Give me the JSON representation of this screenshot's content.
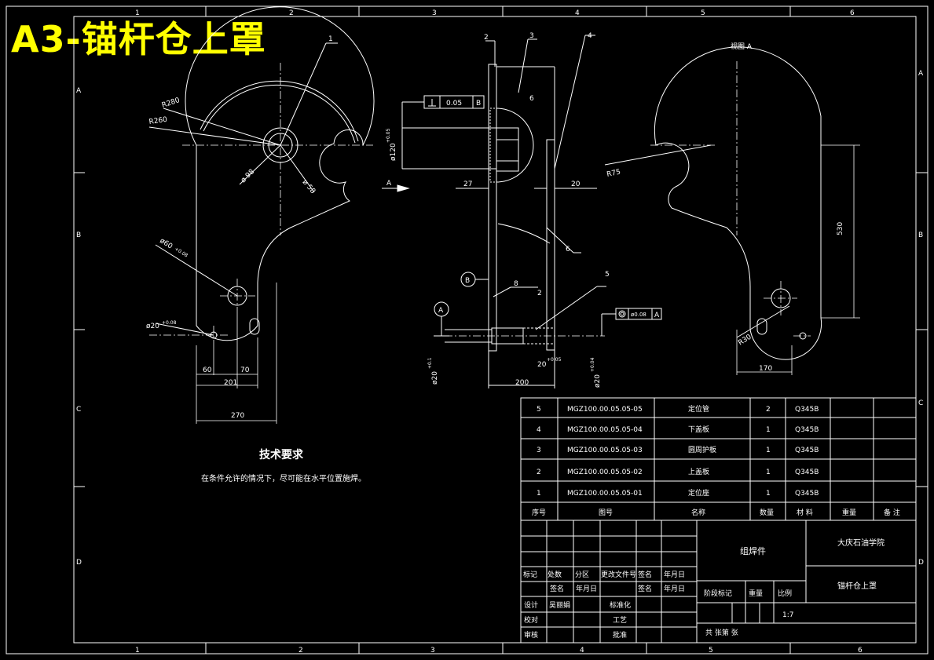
{
  "title": "A3-锚杆仓上罩",
  "grid": {
    "columns": [
      "1",
      "2",
      "3",
      "4",
      "5",
      "6"
    ],
    "rows": [
      "A",
      "B",
      "C",
      "D"
    ]
  },
  "view_labels": {
    "view_a": "视图 A",
    "arrow_a": "A",
    "datum_a": "A",
    "datum_b": "B"
  },
  "balloons": [
    "1",
    "2",
    "3",
    "4",
    "5"
  ],
  "dimensions": {
    "r280": "R280",
    "r260": "R260",
    "d98": "ø 98",
    "d58": "ø 58",
    "d60": "ø60",
    "d60_tol": "+0.08",
    "d20": "ø20",
    "d20_tol": "+0.08",
    "d120": "ø120",
    "d120_tol": "+0.05",
    "sixty": "60",
    "seventy": "70",
    "w201": "201",
    "w270": "270",
    "w27": "27",
    "w20": "20",
    "w200": "200",
    "d20b": "ø20",
    "d20b_tol": "+0.1",
    "twenty_tol": "20",
    "twenty_tol_sup": "+0.05",
    "d20c": "ø20",
    "d20c_tol": "+0.04",
    "r75": "R75",
    "h530": "530",
    "w170": "170",
    "r30": "R30",
    "weld6": "6",
    "weld8": "8"
  },
  "tolerances": {
    "perp_value": "0.05",
    "perp_ref": "B",
    "conc_value": "ø0.08",
    "conc_ref": "A"
  },
  "tech": {
    "heading": "技术要求",
    "note": "在条件允许的情况下，尽可能在水平位置施焊。"
  },
  "bom": {
    "rows": [
      {
        "seq": "5",
        "code": "MGZ100.00.05.05-05",
        "name": "定位管",
        "qty": "2",
        "material": "Q345B"
      },
      {
        "seq": "4",
        "code": "MGZ100.00.05.05-04",
        "name": "下盖板",
        "qty": "1",
        "material": "Q345B"
      },
      {
        "seq": "3",
        "code": "MGZ100.00.05.05-03",
        "name": "圆周护板",
        "qty": "1",
        "material": "Q345B"
      },
      {
        "seq": "2",
        "code": "MGZ100.00.05.05-02",
        "name": "上盖板",
        "qty": "1",
        "material": "Q345B"
      },
      {
        "seq": "1",
        "code": "MGZ100.00.05.05-01",
        "name": "定位座",
        "qty": "1",
        "material": "Q345B"
      }
    ],
    "header": {
      "seq": "序号",
      "code": "图号",
      "name": "名称",
      "qty": "数量",
      "material": "材 料",
      "weight": "重量",
      "remark": "备 注"
    }
  },
  "titleblock": {
    "mark": "标记",
    "count": "处数",
    "zone": "分区",
    "change_doc": "更改文件号",
    "sign": "签名",
    "date": "年月日",
    "sign2": "签名",
    "date2": "年月日",
    "sign3": "签名",
    "date3": "年月日",
    "design": "设计",
    "designer": "吴丽娟",
    "standard": "标准化",
    "check": "校对",
    "process": "工艺",
    "audit": "审核",
    "approve": "批准",
    "part_type": "组焊件",
    "school": "大庆石油学院",
    "drawing_name": "锚杆仓上罩",
    "stage_mark": "阶段标记",
    "weight": "重量",
    "scale": "比例",
    "scale_value": "1:7",
    "sheet_text": "共   张第   张"
  }
}
